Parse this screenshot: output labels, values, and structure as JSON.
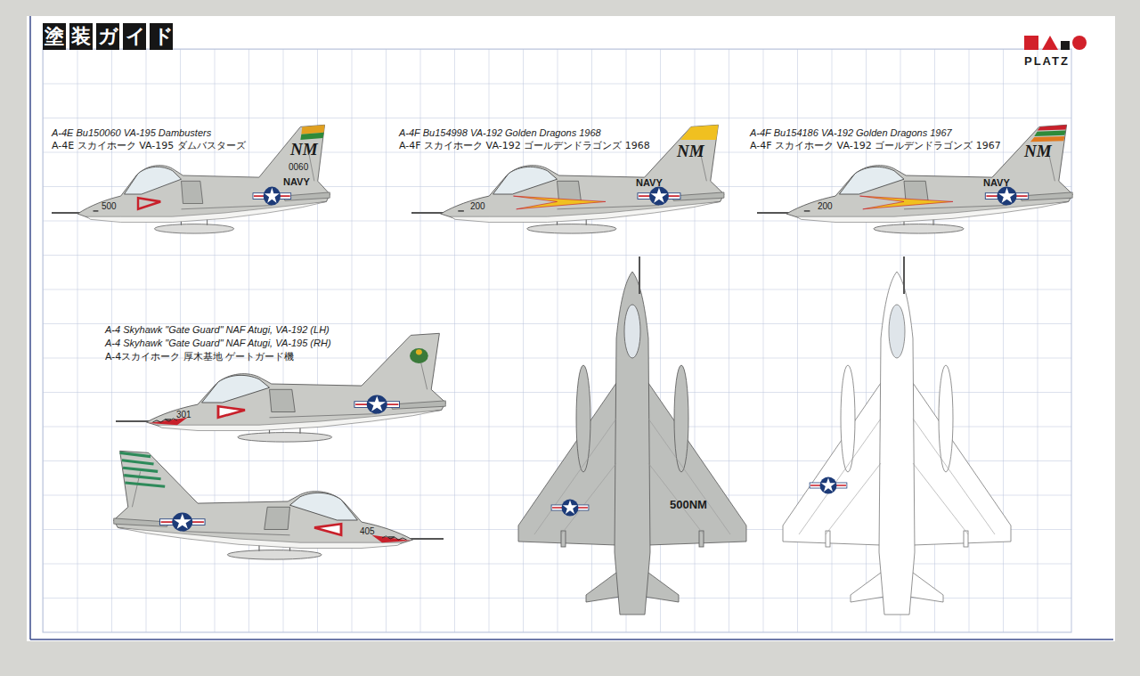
{
  "diagram": {
    "title": "塗装ガイド",
    "labels": [
      "A-4E Bu150060 VA-195 Dambusters",
      "A-4E スカイホーク VA-195 ダムバスターズ",
      "A-4F Bu154998 VA-192 Golden Dragons 1968",
      "A-4F スカイホーク VA-192 ゴールデンドラゴンズ 1968",
      "A-4F Bu154186 VA-192 Golden Dragons 1967",
      "A-4F スカイホーク VA-192 ゴールデンドラゴンズ 1967",
      "A-4 Skyhawk \"Gate Guard\" NAF Atugi, VA-192 (LH)",
      "A-4 Skyhawk \"Gate Guard\" NAF Atugi, VA-195 (RH)",
      "A-4スカイホーク 厚木基地 ゲートガード機",
      "PLATZ",
      "NM",
      "0060",
      "NAVY",
      "500",
      "NM",
      "NAVY",
      "200",
      "NM",
      "NAVY",
      "200",
      "301",
      "405",
      "500NM"
    ]
  }
}
